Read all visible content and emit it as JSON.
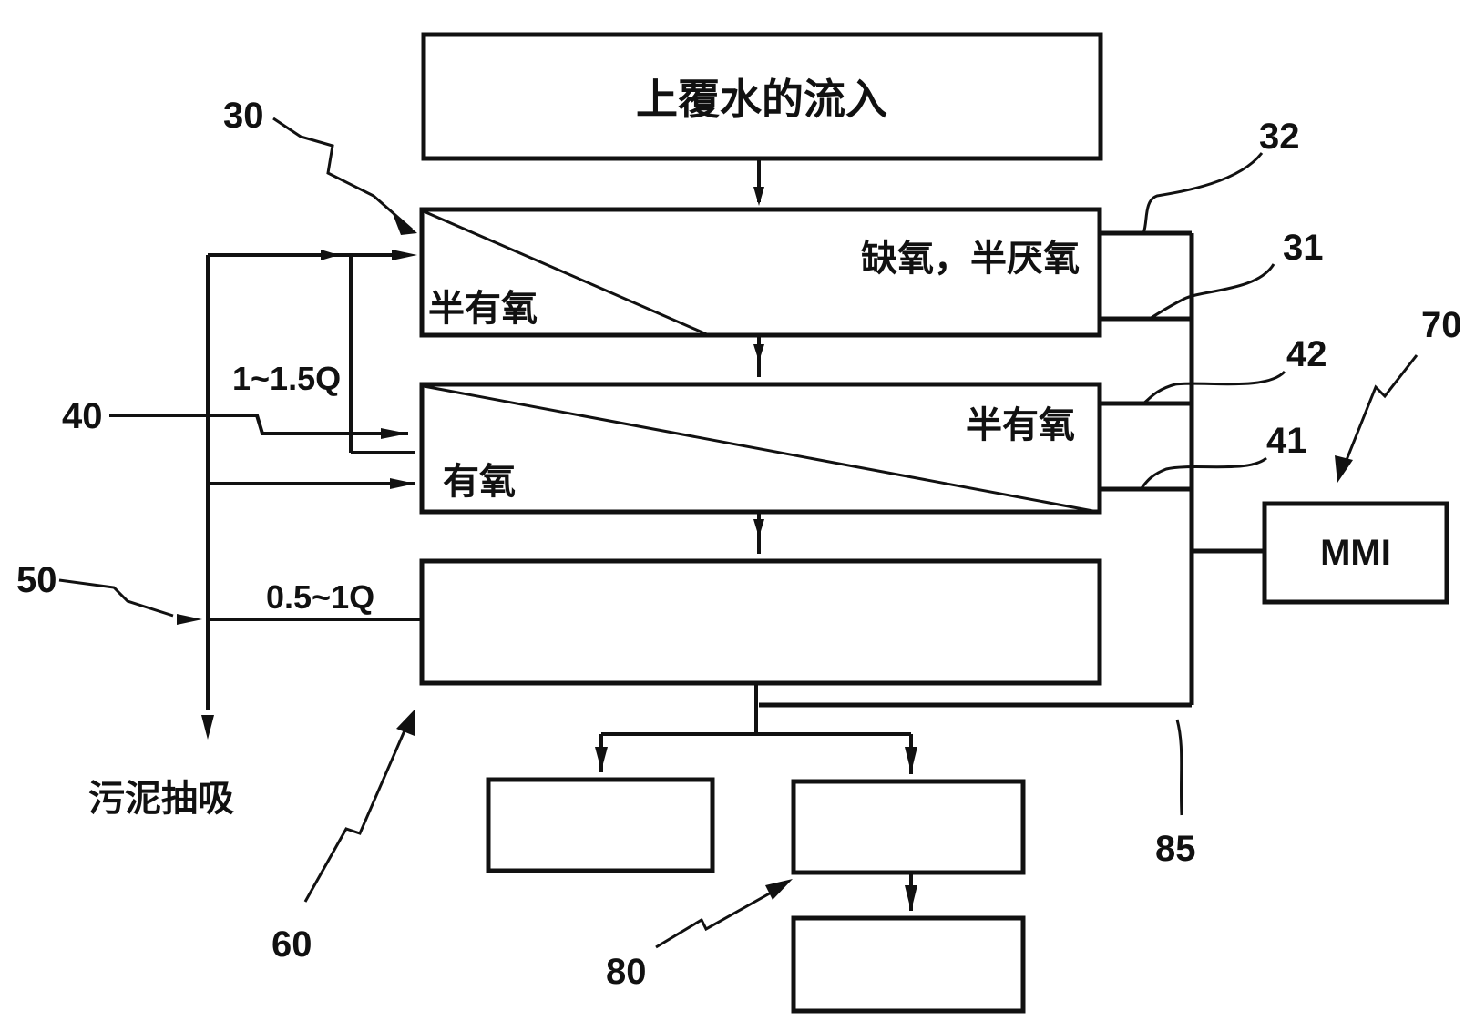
{
  "title_box": "上覆水的流入",
  "zone1": {
    "left": "半有氧",
    "right": "缺氧，半厌氧"
  },
  "zone2": {
    "left": "有氧",
    "right": "半有氧"
  },
  "flow_upper": "1~1.5Q",
  "flow_lower": "0.5~1Q",
  "sludge": "污泥抽吸",
  "mmi": "MMI",
  "labels": {
    "l30": "30",
    "l32": "32",
    "l31": "31",
    "l42": "42",
    "l41": "41",
    "l40": "40",
    "l70": "70",
    "l50": "50",
    "l60": "60",
    "l80": "80",
    "l85": "85"
  }
}
